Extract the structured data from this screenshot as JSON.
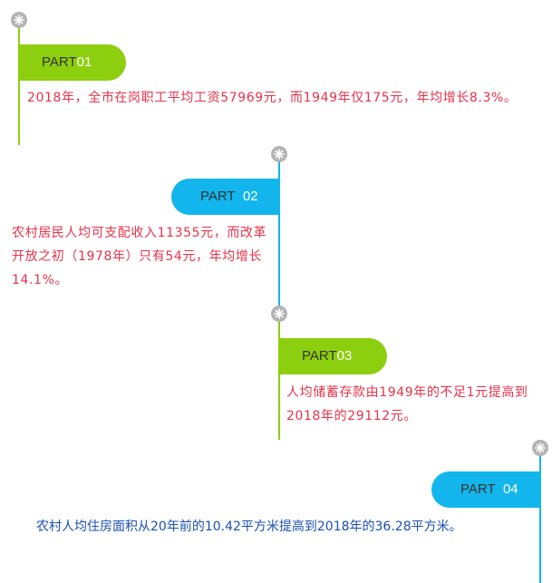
{
  "sections": [
    {
      "tag_prefix": "PART",
      "tag_number": "01",
      "text": "2018年，全市在岗职工平均工资57969元，而1949年仅175元，年均增长8.3%。"
    },
    {
      "tag_prefix": "PART",
      "tag_number": "02",
      "text": "农村居民人均可支配收入11355元，而改革开放之初（1978年）只有54元，年均增长14.1%。"
    },
    {
      "tag_prefix": "PART",
      "tag_number": "03",
      "text": "人均储蓄存款由1949年的不足1元提高到2018年的29112元。"
    },
    {
      "tag_prefix": "PART",
      "tag_number": "04",
      "text": "农村人均住房面积从20年前的10.42平方米提高到2018年的36.28平方米。"
    }
  ],
  "colors": {
    "green": "#8ccf0e",
    "blue": "#12b6ec",
    "node": "#b4b4b4",
    "text_red": "#e8334a",
    "text_navy": "#1a4fb5"
  },
  "icons": {
    "node": "asterisk-node-icon"
  }
}
